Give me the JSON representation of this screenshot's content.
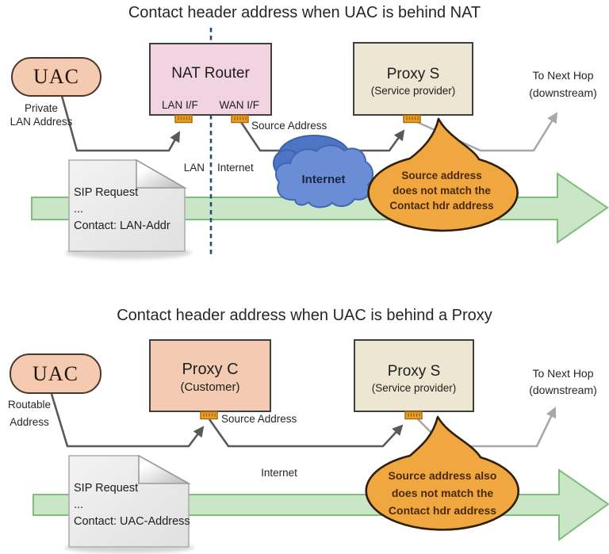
{
  "colors": {
    "uac_fill": "#F4CBB1",
    "uac_border": "#4A372B",
    "nat_router_fill": "#F2D4E1",
    "proxy_s_fill": "#EDE6D2",
    "proxy_c_fill": "#F2CBB2",
    "box_border": "#3F3F3F",
    "ethernet_port_fill": "#F0A125",
    "ethernet_port_border": "#A66E0E",
    "cloud_fill": "#6B8DD6",
    "cloud_back_fill": "#4E74C4",
    "bubble_fill": "#F0A73F",
    "bubble_border": "#2E2008",
    "bubble_text": "#4A2A08",
    "flow_arrow_fill": "#C9E7C6",
    "flow_arrow_border": "#7FBD7B",
    "line_dark": "#595959",
    "line_gray": "#A8A8A8",
    "boundary_dashed_blue": "#1F4E79",
    "document_fill": "#EFEFEF",
    "text": "#262626"
  },
  "diagram_top": {
    "title": "Contact header address when UAC is behind NAT",
    "uac": {
      "label": "UAC",
      "note": [
        "Private",
        "LAN Address"
      ]
    },
    "nat_router": {
      "title": "NAT Router",
      "lan_if": "LAN I/F",
      "wan_if": "WAN I/F"
    },
    "proxy_s": {
      "title": "Proxy S",
      "subtitle": "(Service provider)"
    },
    "next_hop": [
      "To Next Hop",
      "(downstream)"
    ],
    "source_address": "Source Address",
    "zone_labels": {
      "lan": "LAN",
      "internet": "Internet"
    },
    "cloud_label": "Internet",
    "bubble": [
      "Source address",
      "does not match the",
      "Contact hdr address"
    ],
    "document": [
      "SIP Request",
      "...",
      "Contact: LAN-Addr"
    ]
  },
  "diagram_bottom": {
    "title": "Contact header address when UAC is behind a Proxy",
    "uac": {
      "label": "UAC",
      "note": [
        "Routable",
        "Address"
      ]
    },
    "proxy_c": {
      "title": "Proxy C",
      "subtitle": "(Customer)"
    },
    "proxy_s": {
      "title": "Proxy S",
      "subtitle": "(Service provider)"
    },
    "next_hop": [
      "To Next Hop",
      "(downstream)"
    ],
    "source_address": "Source Address",
    "internet_label": "Internet",
    "bubble": [
      "Source address also",
      "does not match the",
      "Contact hdr address"
    ],
    "document": [
      "SIP Request",
      "...",
      "Contact: UAC-Address"
    ]
  }
}
